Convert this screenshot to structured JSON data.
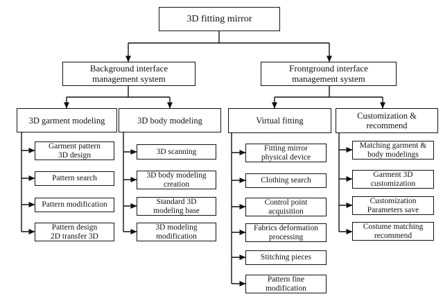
{
  "root": "3D fitting mirror",
  "background": {
    "label": "Background interface\nmanagement system",
    "garment": {
      "label": "3D garment modeling",
      "items": [
        "Garment pattern\n3D design",
        "Pattern search",
        "Pattern modification",
        "Pattern design\n2D transfer 3D"
      ]
    },
    "body": {
      "label": "3D body modeling",
      "items": [
        "3D scanning",
        "3D body modeling\ncreation",
        "Standard 3D\nmodeling base",
        "3D modeling\nmodification"
      ]
    }
  },
  "frontground": {
    "label": "Frontground interface\nmanagement system",
    "virtual": {
      "label": "Virtual fitting",
      "items": [
        "Fitting mirror\nphysical device",
        "Clothing search",
        "Control point\nacquisition",
        "Fabrics deformation\nprocessing",
        "Stitching pieces",
        "Pattern fine\nmodification"
      ]
    },
    "custom": {
      "label": "Customization &\nrecommend",
      "items": [
        "Matching garment &\nbody modelings",
        "Garment 3D\ncustomization",
        "Customization\nParameters save",
        "Costume matching\nrecommend"
      ]
    }
  }
}
